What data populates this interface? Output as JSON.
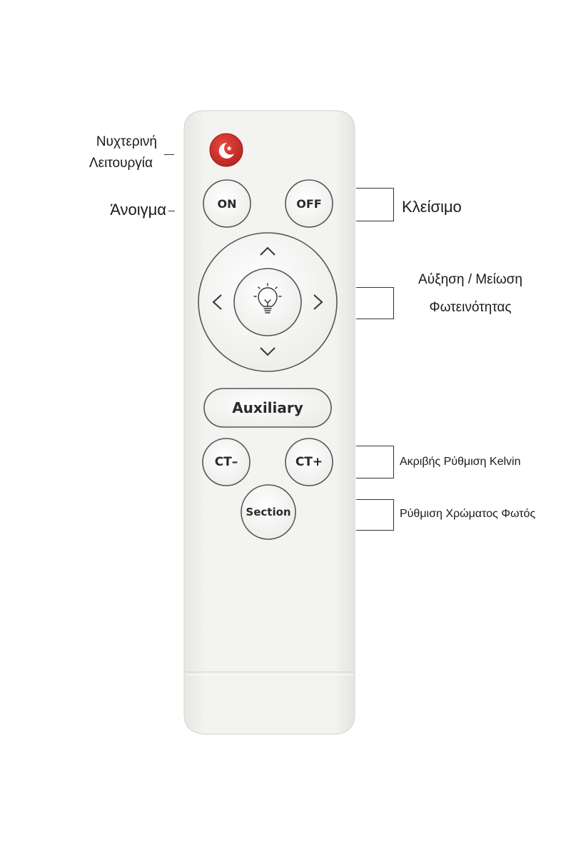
{
  "labels": {
    "night_mode_line1": "Νυχτερινή",
    "night_mode_line2": "Λειτουργία",
    "power_on": "Άνοιγμα",
    "power_off": "Κλείσιμο",
    "brightness_line1": "Αύξηση / Μείωση",
    "brightness_line2": "Φωτεινότητας",
    "kelvin_fine_tune": "Ακριβής Ρύθμιση Kelvin",
    "light_color": "Ρύθμιση Χρώματος Φωτός"
  },
  "buttons": {
    "on": "ON",
    "off": "OFF",
    "auxiliary": "Auxiliary",
    "ct_minus": "CT–",
    "ct_plus": "CT+",
    "section": "Section"
  },
  "icons": {
    "night": "moon-star-icon",
    "center": "lightbulb-icon",
    "up": "chevron-up-icon",
    "down": "chevron-down-icon",
    "left": "chevron-left-icon",
    "right": "chevron-right-icon"
  },
  "colors": {
    "night_button": "#d8332a",
    "remote_body": "#f4f4f2",
    "button_face": "#fafafa"
  }
}
